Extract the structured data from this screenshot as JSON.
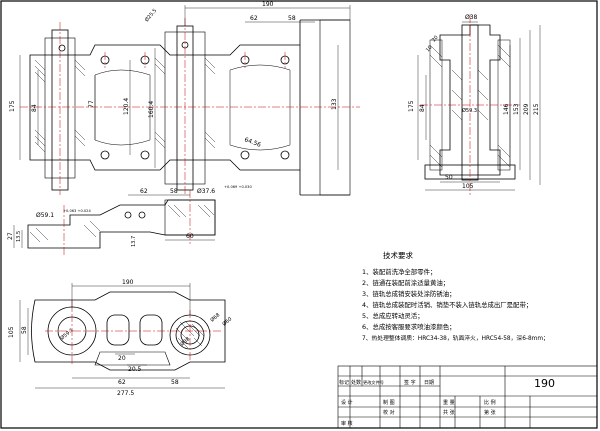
{
  "dims": {
    "top_width": "190",
    "top_62": "62",
    "top_58": "58",
    "top_phi_left": "Ø25.5",
    "top_175": "175",
    "top_84": "84",
    "top_77": "77",
    "top_120_4": "120.4",
    "top_160_4": "160.4",
    "top_133": "133",
    "top_64_56": "64.56",
    "side_phi38": "Ø38",
    "side_175": "175",
    "side_84": "84",
    "side_146": "146",
    "side_153": "153",
    "side_209": "209",
    "side_215": "215",
    "side_phi59_3": "Ø59.3",
    "side_50": "50",
    "side_105": "105",
    "side_10": "10",
    "side_20": "20",
    "mid_62": "62",
    "mid_58": "58",
    "mid_phi37": "Ø37.6",
    "mid_phi37_tol": "+0.069 +0.030",
    "mid_phi59": "Ø59.1",
    "mid_phi59_tol": "+0.063 +0.024",
    "mid_27": "27",
    "mid_13_5": "13.5",
    "mid_60": "60",
    "mid_13_7": "13.7",
    "bot_190": "190",
    "bot_58": "58",
    "bot_105": "105",
    "bot_phi59": "Ø59.1",
    "bot_20": "20",
    "bot_20_5": "20.5",
    "bot_62": "62",
    "bot_58b": "58",
    "bot_277_5": "277.5",
    "bot_phi60": "Ø60",
    "bot_phi68": "Ø68",
    "bot_phi38": "Ø38"
  },
  "requirements": {
    "title": "技术要求",
    "items": [
      "1、装配前洗净全部零件；",
      "2、链通在装配前涂适量黄油；",
      "3、链轨总成销安装处涂防锈油；",
      "4、链轨总成装配时活销、销垫不装入链轨总成出厂是配带；",
      "5、总成应转动灵活；",
      "6、总成按客服要求喷油漆颜色；",
      "7、热处理整体调质：HRC34-38，轨面淬火，HRC54-58，深6-8mm；"
    ]
  },
  "title_block": {
    "number": "190",
    "cells": {
      "c1": "标记",
      "c2": "处数",
      "c3": "更改文件号",
      "c4": "签 字",
      "c5": "日期",
      "c6": "设 计",
      "c7": "制 图",
      "c8": "校 对",
      "c9": "审 核",
      "c10": "重 量",
      "c11": "比 例",
      "c12": "共  张",
      "c13": "第  张"
    }
  }
}
